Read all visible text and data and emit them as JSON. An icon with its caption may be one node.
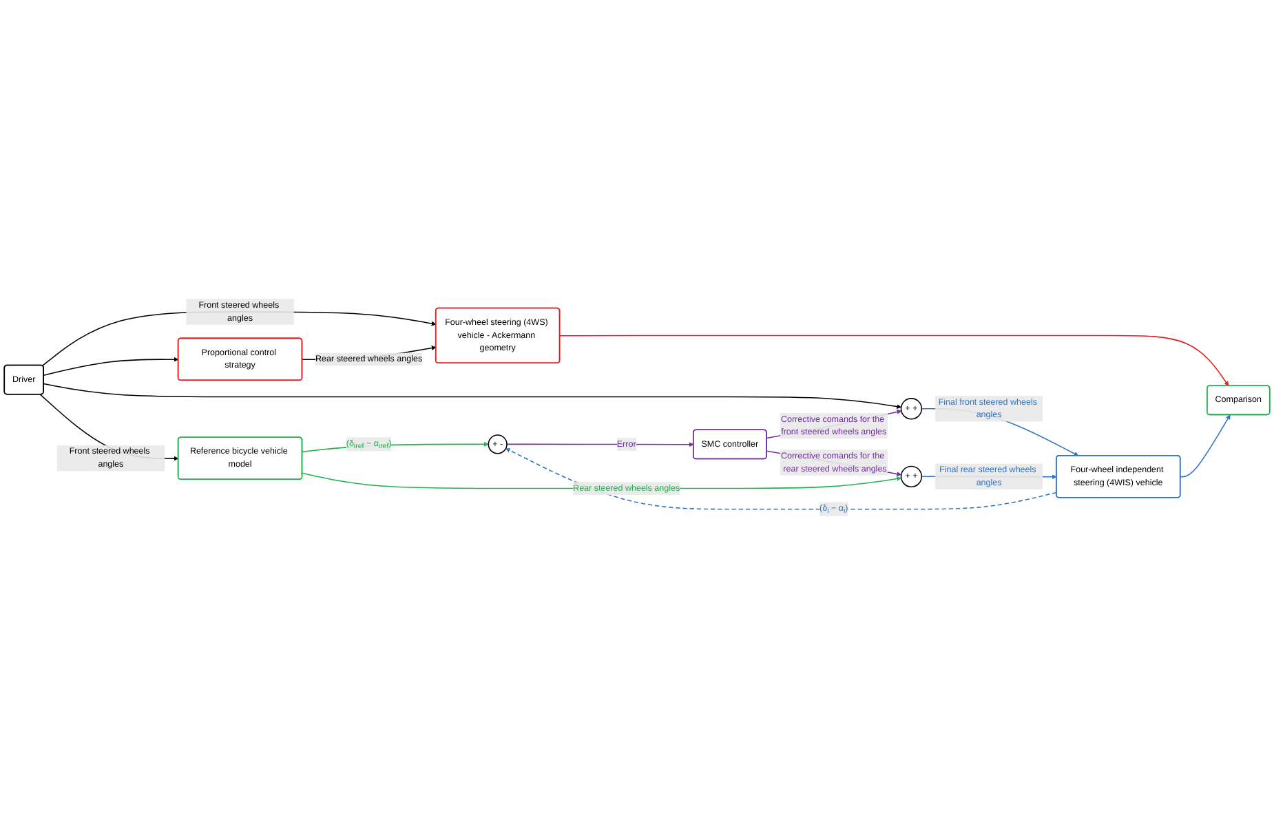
{
  "diagram": {
    "nodes": [
      {
        "text": [
          "Driver"
        ]
      },
      {
        "text": [
          "Proportional control strategy"
        ]
      },
      {
        "text": [
          "Four-wheel steering (4WS) vehicle - Ackermann geometry"
        ]
      },
      {
        "text": [
          "Comparison"
        ]
      },
      {
        "text": [
          "Reference bicycle vehicle model"
        ]
      },
      {
        "text": [
          "+",
          "-"
        ]
      },
      {
        "text": [
          "SMC controller"
        ]
      },
      {
        "text": [
          "+",
          "+"
        ]
      },
      {
        "text": [
          "+",
          "+"
        ]
      },
      {
        "text": [
          "Four-wheel independent steering (4WIS) vehicle"
        ]
      }
    ],
    "edges": [
      {
        "from": 0,
        "to": 2,
        "arrow": "to",
        "label": "Front steered wheels angles"
      },
      {
        "from": 0,
        "to": 1,
        "arrow": "to"
      },
      {
        "from": 1,
        "to": 2,
        "arrow": "to",
        "label": "Rear steered wheels angles"
      },
      {
        "from": 2,
        "to": 3,
        "arrow": "to",
        "color": "#e02020"
      },
      {
        "from": 0,
        "to": 4,
        "arrow": "to",
        "label": "Front steered wheels angles"
      },
      {
        "from": 0,
        "to": 7,
        "arrow": "to"
      },
      {
        "from": 4,
        "to": 5,
        "arrow": "to",
        "label": "(δ$_{iref}$ − α$_{iref}$)",
        "color": "#22b14c"
      },
      {
        "from": 5,
        "to": 6,
        "arrow": "to",
        "label": "Error",
        "color": "#7030a0"
      },
      {
        "from": 6,
        "to": 7,
        "arrow": "to",
        "label": "Corrective comands for the front steered wheels angles",
        "color": "#7030a0"
      },
      {
        "from": 6,
        "to": 8,
        "arrow": "to",
        "label": "Corrective comands for the  rear steered wheels angles",
        "color": "#7030a0"
      },
      {
        "from": 4,
        "to": 8,
        "arrow": "to",
        "label": "Rear steered wheels angles",
        "color": "#22b14c"
      },
      {
        "from": 7,
        "to": 9,
        "arrow": "to",
        "label": "Final front steered wheels angles",
        "color": "#2e75c6"
      },
      {
        "from": 8,
        "to": 9,
        "arrow": "to",
        "label": "Final rear steered wheels angles",
        "color": "#2e75c6"
      },
      {
        "from": 9,
        "to": 3,
        "arrow": "to",
        "color": "#2e75c6"
      },
      {
        "from": 9,
        "to": 5,
        "arrow": "to",
        "label": "(δ$_{i}$ − α$_{i}$)",
        "style": "dashed",
        "color": "#2e75c6"
      }
    ]
  }
}
